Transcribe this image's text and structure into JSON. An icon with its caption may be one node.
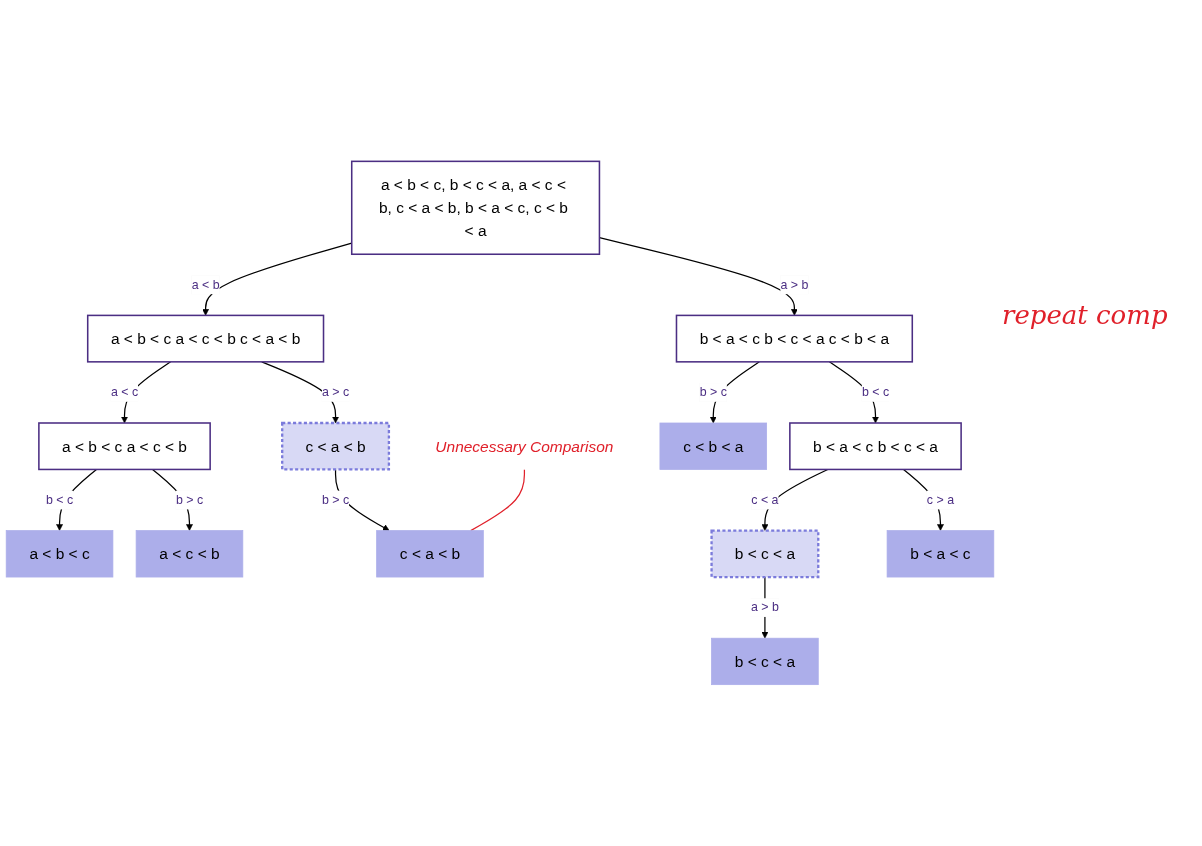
{
  "diagram": {
    "nodes": [
      {
        "text": [
          "a < b < c, b < c < a, a < c < b, c < a < b, b < a < c, c < b < a"
        ]
      },
      {
        "text": [
          "a < b < c a < c < b c < a < b"
        ]
      },
      {
        "text": [
          "b < a < c b < c < a c < b < a"
        ]
      },
      {
        "text": [
          "a < b < c a < c < b"
        ]
      },
      {
        "text": [
          "c < a < b"
        ]
      },
      {
        "text": [
          "b < a < c b < c < a"
        ]
      },
      {
        "text": [
          "c < b < a"
        ]
      },
      {
        "text": [
          "a < b < c"
        ]
      },
      {
        "text": [
          "a < c < b"
        ]
      },
      {
        "text": [
          "c < a < b"
        ]
      },
      {
        "text": [
          "b < c < a"
        ]
      },
      {
        "text": [
          "b < a < c"
        ]
      },
      {
        "text": [
          "b < c < a"
        ]
      },
      {
        "text": [
          "Unnecessary Comparison"
        ]
      }
    ],
    "edges": [
      {
        "from": 0,
        "to": 1,
        "arrow": "to",
        "label": "a < b"
      },
      {
        "from": 0,
        "to": 2,
        "arrow": "to",
        "label": "a > b"
      },
      {
        "from": 1,
        "to": 3,
        "arrow": "to",
        "label": "a < c"
      },
      {
        "from": 1,
        "to": 4,
        "arrow": "to",
        "label": "a > c"
      },
      {
        "from": 2,
        "to": 5,
        "arrow": "to",
        "label": "b < c"
      },
      {
        "from": 2,
        "to": 6,
        "arrow": "to",
        "label": "b > c"
      },
      {
        "from": 3,
        "to": 7,
        "arrow": "to",
        "label": "b < c"
      },
      {
        "from": 3,
        "to": 8,
        "arrow": "to",
        "label": "b > c"
      },
      {
        "from": 4,
        "to": 9,
        "arrow": "to",
        "label": "b > c"
      },
      {
        "from": 5,
        "to": 10,
        "arrow": "to",
        "label": "c < a"
      },
      {
        "from": 5,
        "to": 11,
        "arrow": "to",
        "label": "c > a"
      },
      {
        "from": 10,
        "to": 12,
        "arrow": "to",
        "label": "a > b"
      },
      {
        "from": 13,
        "to": 9,
        "arrow": "none",
        "color": "#e0202a"
      }
    ],
    "labels": [
      "repeat comp"
    ]
  }
}
